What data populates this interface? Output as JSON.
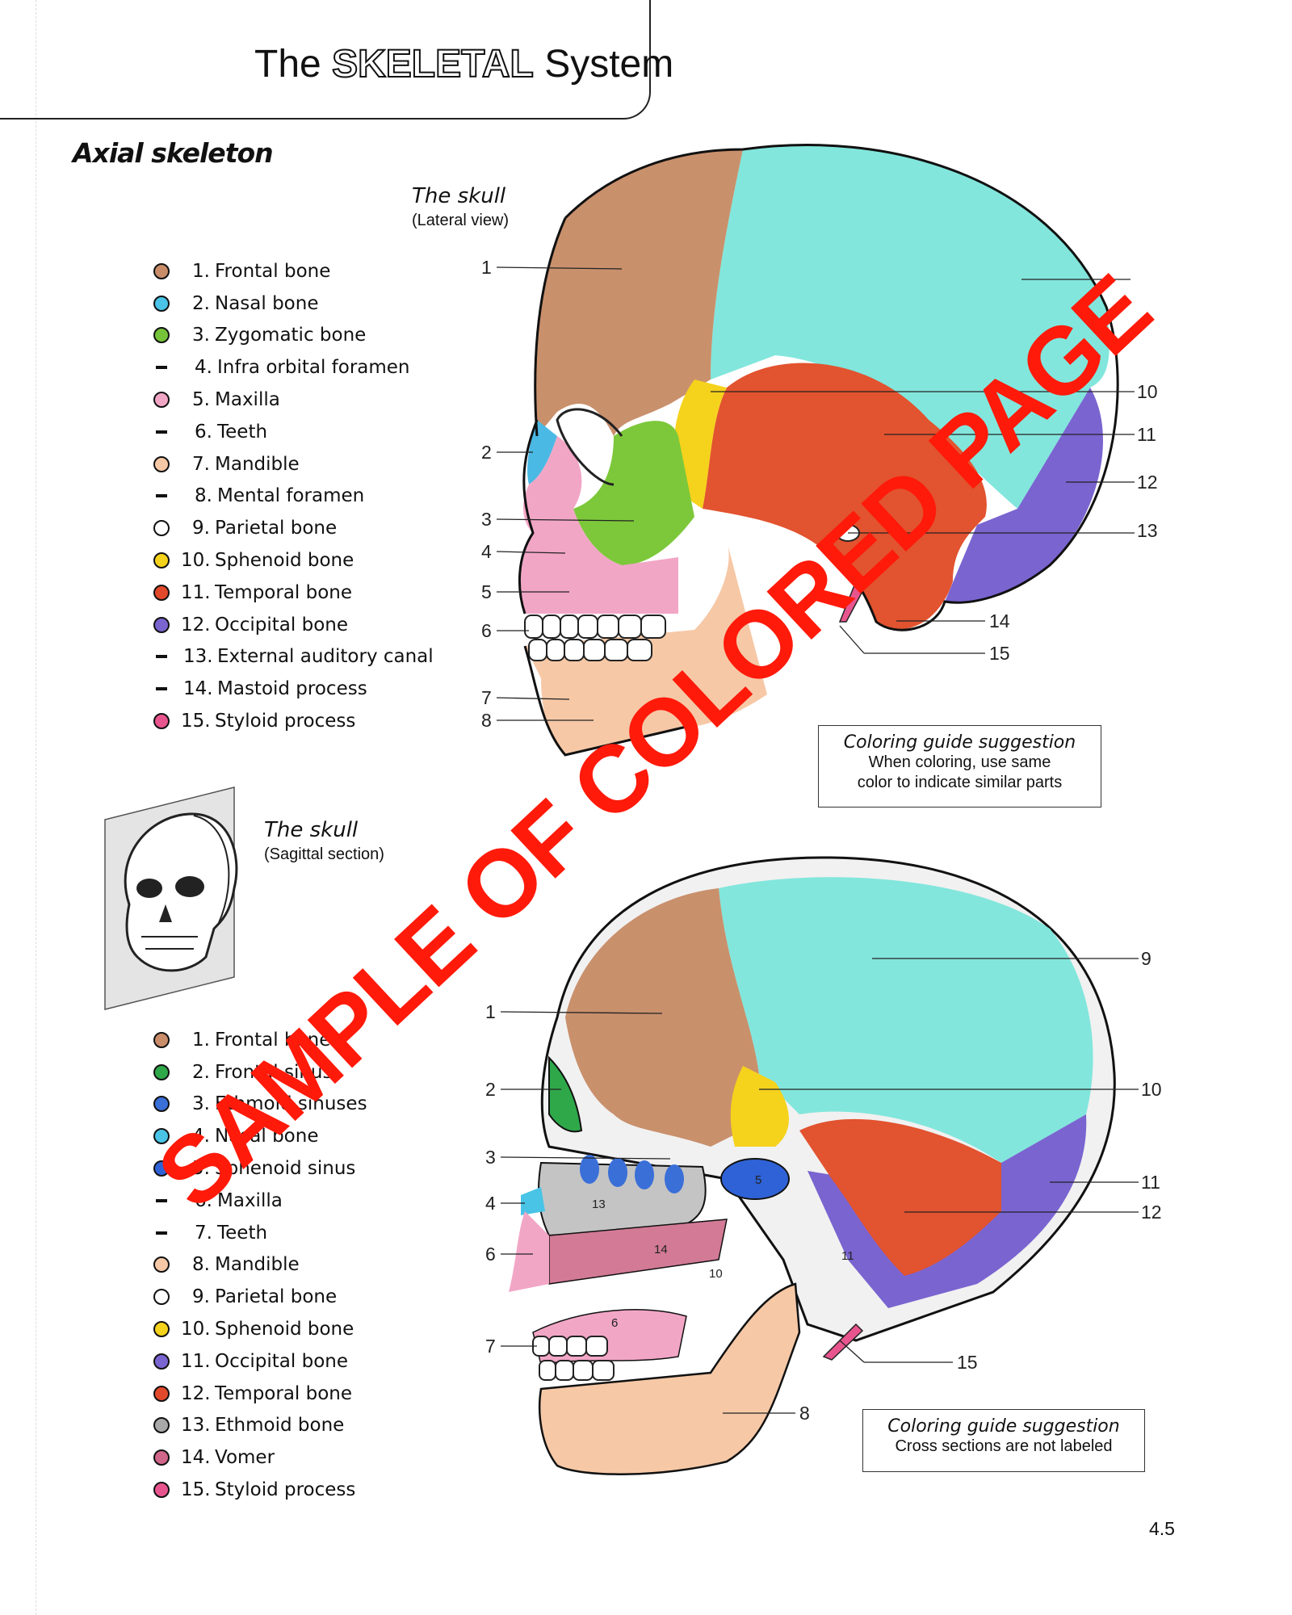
{
  "header": {
    "title_prefix": "The",
    "title_emphasis": "SKELETAL",
    "title_suffix": "System"
  },
  "section_title": "Axial skeleton",
  "lateral": {
    "caption": "The skull",
    "subcaption": "(Lateral view)",
    "legend": [
      {
        "num": "1.",
        "label": "Frontal bone",
        "marker": "dot",
        "color": "#c98d6a"
      },
      {
        "num": "2.",
        "label": "Nasal bone",
        "marker": "dot",
        "color": "#49c3e6"
      },
      {
        "num": "3.",
        "label": "Zygomatic bone",
        "marker": "dot",
        "color": "#76c33a"
      },
      {
        "num": "4.",
        "label": "Infra orbital foramen",
        "marker": "dash"
      },
      {
        "num": "5.",
        "label": "Maxilla",
        "marker": "dot",
        "color": "#f2a6c6"
      },
      {
        "num": "6.",
        "label": "Teeth",
        "marker": "dash"
      },
      {
        "num": "7.",
        "label": "Mandible",
        "marker": "dot",
        "color": "#f6c8a6"
      },
      {
        "num": "8.",
        "label": "Mental foramen",
        "marker": "dash"
      },
      {
        "num": "9.",
        "label": "Parietal bone",
        "marker": "dot",
        "color": "#ffffff"
      },
      {
        "num": "10.",
        "label": "Sphenoid bone",
        "marker": "dot",
        "color": "#f5d21c"
      },
      {
        "num": "11.",
        "label": "Temporal bone",
        "marker": "dot",
        "color": "#e2492b"
      },
      {
        "num": "12.",
        "label": "Occipital bone",
        "marker": "dot",
        "color": "#7a64d0"
      },
      {
        "num": "13.",
        "label": "External auditory canal",
        "marker": "dash"
      },
      {
        "num": "14.",
        "label": "Mastoid process",
        "marker": "dash"
      },
      {
        "num": "15.",
        "label": "Styloid process",
        "marker": "dot",
        "color": "#e8558e"
      }
    ],
    "callouts_left": [
      "1",
      "2",
      "3",
      "4",
      "5",
      "6",
      "7",
      "8"
    ],
    "callouts_right": [
      "10",
      "11",
      "12",
      "13",
      "14",
      "15"
    ],
    "guide": {
      "title": "Coloring guide suggestion",
      "line1": "When coloring, use same",
      "line2": "color to indicate similar parts"
    }
  },
  "sagittal": {
    "caption": "The skull",
    "subcaption": "(Sagittal section)",
    "legend": [
      {
        "num": "1.",
        "label": "Frontal bone",
        "marker": "dot",
        "color": "#c98d6a"
      },
      {
        "num": "2.",
        "label": "Frontal sinus",
        "marker": "dot",
        "color": "#2fa84a"
      },
      {
        "num": "3.",
        "label": "Ethmoid sinuses",
        "marker": "dot",
        "color": "#3a6fd8"
      },
      {
        "num": "4.",
        "label": "Nasal bone",
        "marker": "dot",
        "color": "#49c3e6"
      },
      {
        "num": "5.",
        "label": "Sphenoid sinus",
        "marker": "dot",
        "color": "#2f62d6"
      },
      {
        "num": "6.",
        "label": "Maxilla",
        "marker": "dash"
      },
      {
        "num": "7.",
        "label": "Teeth",
        "marker": "dash"
      },
      {
        "num": "8.",
        "label": "Mandible",
        "marker": "dot",
        "color": "#f6c8a6"
      },
      {
        "num": "9.",
        "label": "Parietal bone",
        "marker": "dot",
        "color": "#ffffff"
      },
      {
        "num": "10.",
        "label": "Sphenoid bone",
        "marker": "dot",
        "color": "#f5d21c"
      },
      {
        "num": "11.",
        "label": "Occipital bone",
        "marker": "dot",
        "color": "#7a64d0"
      },
      {
        "num": "12.",
        "label": "Temporal bone",
        "marker": "dot",
        "color": "#e2492b"
      },
      {
        "num": "13.",
        "label": "Ethmoid bone",
        "marker": "dot",
        "color": "#a8a8a8"
      },
      {
        "num": "14.",
        "label": "Vomer",
        "marker": "dot",
        "color": "#d0668a"
      },
      {
        "num": "15.",
        "label": "Styloid process",
        "marker": "dot",
        "color": "#e8558e"
      }
    ],
    "callouts_left": [
      "1",
      "2",
      "3",
      "4",
      "6",
      "7"
    ],
    "callouts_right": [
      "9",
      "10",
      "11",
      "12",
      "15",
      "8"
    ],
    "inner_labels": [
      "13",
      "14",
      "5",
      "10",
      "11",
      "6"
    ],
    "guide": {
      "title": "Coloring guide suggestion",
      "line1": "Cross sections are not labeled"
    }
  },
  "watermark": "SAMPLE OF COLORED PAGE",
  "page_number": "4.5"
}
